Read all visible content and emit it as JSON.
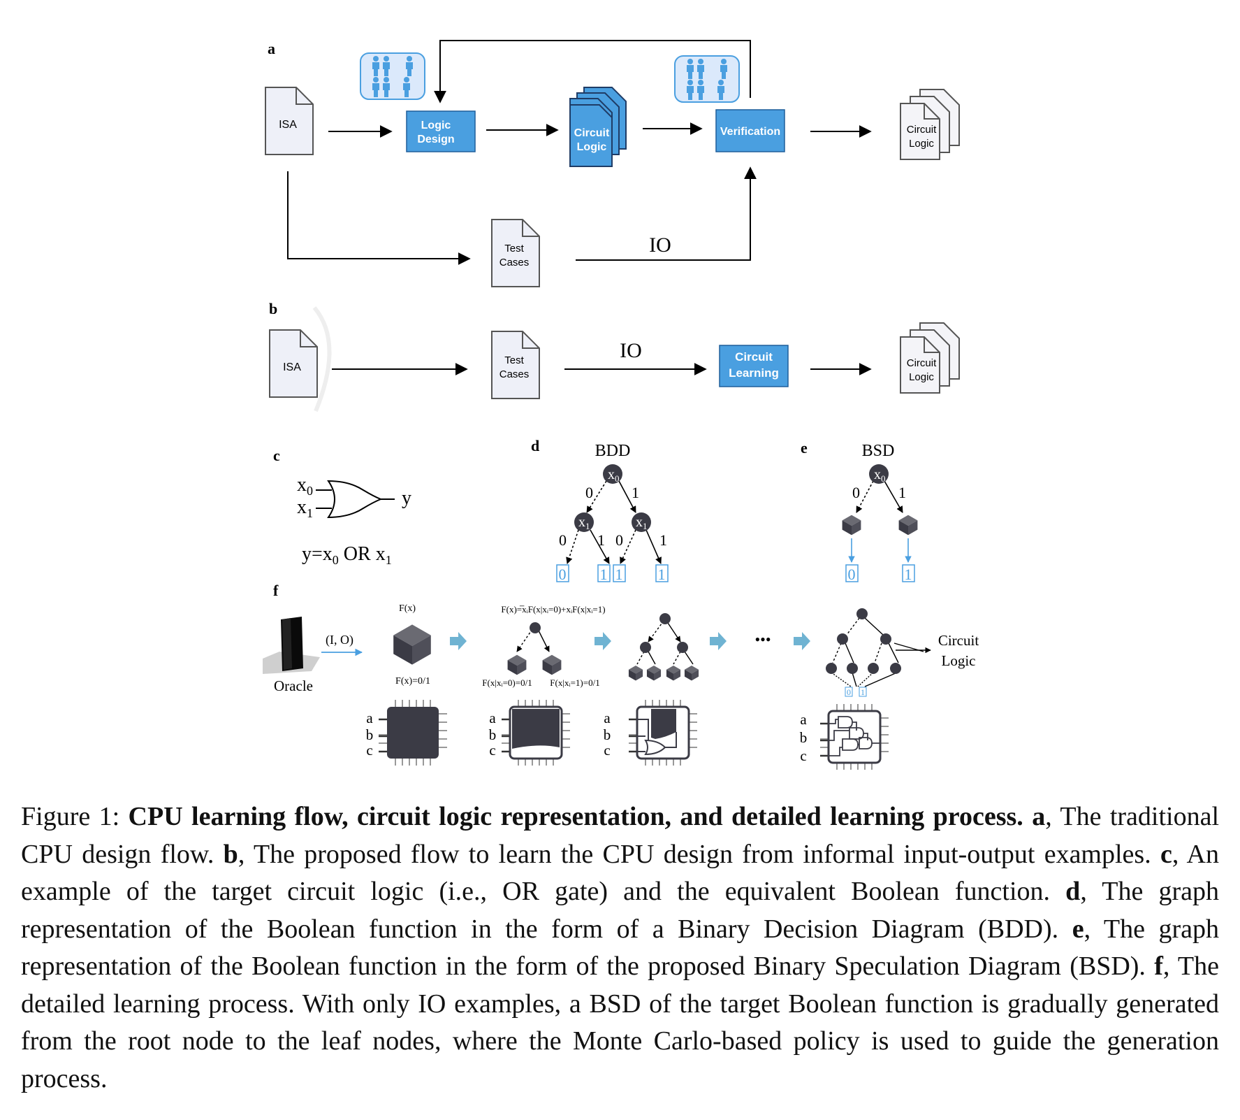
{
  "panels": {
    "a": {
      "label": "a",
      "isa": "ISA",
      "logic_design": [
        "Logic",
        "Design"
      ],
      "circuit_logic_mid": [
        "Circuit",
        "Logic"
      ],
      "verification": "Verification",
      "circuit_logic_out": [
        "Circuit",
        "Logic"
      ],
      "test_cases": [
        "Test",
        "Cases"
      ],
      "io": "IO"
    },
    "b": {
      "label": "b",
      "isa": "ISA",
      "test_cases": [
        "Test",
        "Cases"
      ],
      "io": "IO",
      "circuit_learning": [
        "Circuit",
        "Learning"
      ],
      "circuit_logic_out": [
        "Circuit",
        "Logic"
      ]
    },
    "c": {
      "label": "c",
      "input0": "x",
      "input0_sub": "0",
      "input1": "x",
      "input1_sub": "1",
      "output": "y",
      "equation_parts": [
        "y=x",
        "0",
        " OR x",
        "1"
      ]
    },
    "d": {
      "label": "d",
      "title": "BDD",
      "root": "x",
      "root_sub": "0",
      "child": "x",
      "child_sub": "1",
      "edge_labels": [
        "0",
        "1",
        "0",
        "1",
        "0",
        "1"
      ],
      "leaves": [
        "0",
        "1",
        "1",
        "1"
      ]
    },
    "e": {
      "label": "e",
      "title": "BSD",
      "root": "x",
      "root_sub": "0",
      "edge_labels": [
        "0",
        "1"
      ],
      "leaves": [
        "0",
        "1"
      ]
    },
    "f": {
      "label": "f",
      "oracle": "Oracle",
      "io_pair": "(I, O)",
      "fx": "F(x)",
      "fx_value": "F(x)=0/1",
      "expansion": "F(x)=̅xᵢF(x|xᵢ=0)+xᵢF(x|xᵢ=1)",
      "left_cofactor": "F(x|xᵢ=0)=0/1",
      "right_cofactor": "F(x|xᵢ=1)=0/1",
      "ellipsis": "•••",
      "output": [
        "Circuit",
        "Logic"
      ],
      "leaf_bits": [
        "0",
        "1"
      ],
      "chip_pins": [
        "a",
        "b",
        "c"
      ]
    }
  },
  "caption": {
    "figure_label": "Figure 1:",
    "title": "CPU learning flow, circuit logic representation, and detailed learning process.",
    "a_label": "a",
    "a_text": ", The traditional CPU design flow.",
    "b_label": "b",
    "b_text": ", The proposed flow to learn the CPU design from informal input-output examples.",
    "c_label": "c",
    "c_text": ", An example of the target circuit logic (i.e., OR gate) and the equivalent Boolean function.",
    "d_label": "d",
    "d_text": ", The graph representation of the Boolean function in the form of a Binary Decision Diagram (BDD).",
    "e_label": "e",
    "e_text": ", The graph representation of the Boolean function in the form of the proposed Binary Speculation Diagram (BSD).",
    "f_label": "f",
    "f_text": ", The detailed learning process. With only IO examples, a BSD of the target Boolean function is gradually generated from the root node to the leaf nodes, where the Monte Carlo-based policy is used to guide the generation process."
  },
  "colors": {
    "accent_blue": "#4a9fe0",
    "dark_node": "#3b3b45",
    "light_blue_arrow": "#6fb3d2",
    "doc_fill": "#eef0f8"
  }
}
